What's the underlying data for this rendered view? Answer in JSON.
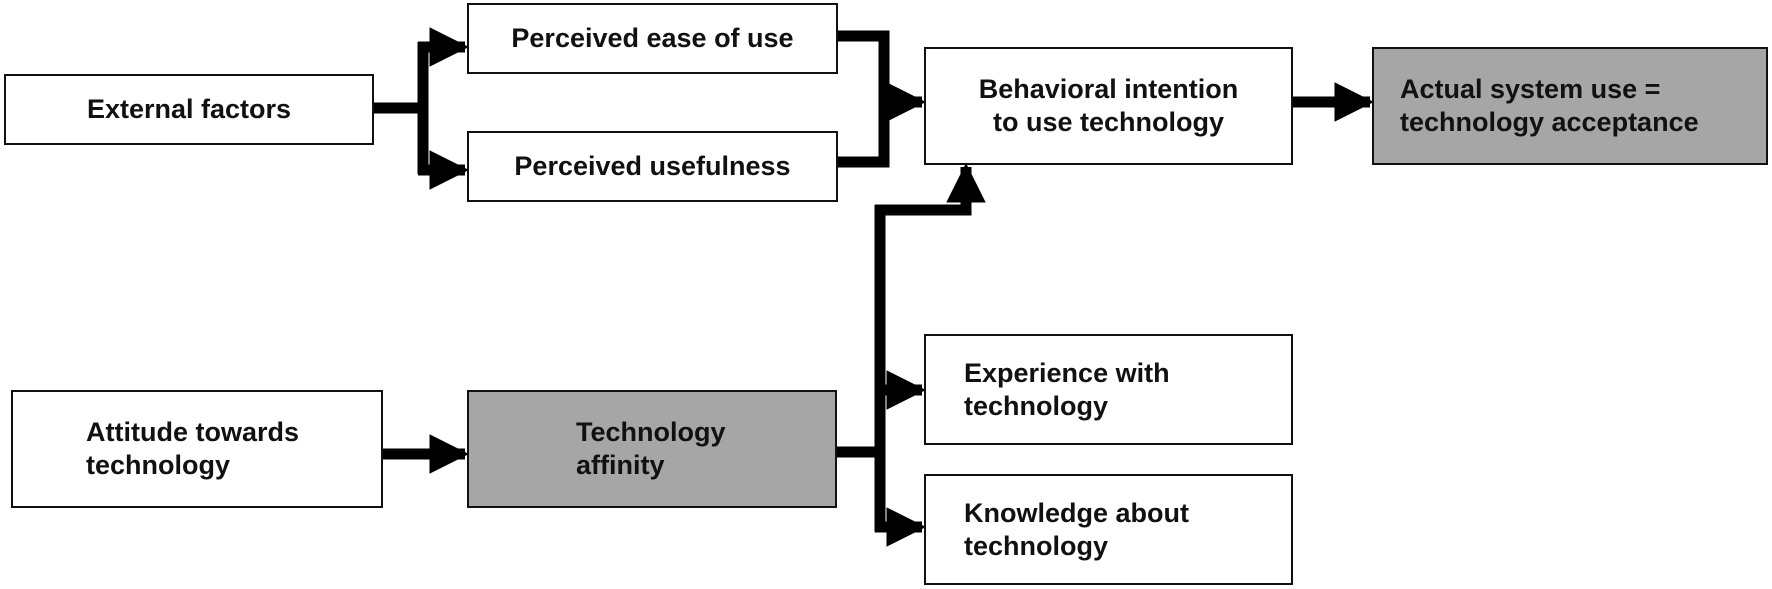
{
  "diagram": {
    "nodes": {
      "external_factors": "External factors",
      "perceived_ease_of_use": "Perceived ease of use",
      "perceived_usefulness": "Perceived usefulness",
      "behavioral_intention": "Behavioral intention\nto use technology",
      "actual_system_use": "Actual system use =\ntechnology acceptance",
      "attitude_towards_technology": "Attitude towards\ntechnology",
      "technology_affinity": "Technology\naffinity",
      "experience_with_technology": "Experience with\ntechnology",
      "knowledge_about_technology": "Knowledge about\ntechnology"
    },
    "colors": {
      "border": "#111111",
      "box_fill": "#ffffff",
      "highlight_fill": "#a6a6a6",
      "connector": "#000000"
    }
  }
}
